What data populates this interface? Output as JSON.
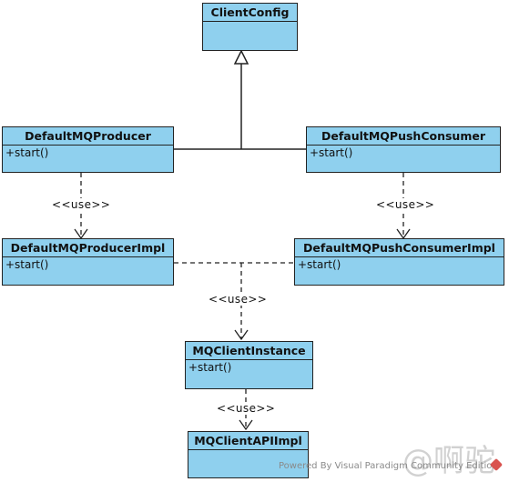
{
  "classes": {
    "client_config": {
      "name": "ClientConfig"
    },
    "producer": {
      "name": "DefaultMQProducer",
      "op": "+start()"
    },
    "push_consumer": {
      "name": "DefaultMQPushConsumer",
      "op": "+start()"
    },
    "producer_impl": {
      "name": "DefaultMQProducerImpl",
      "op": "+start()"
    },
    "push_consumer_impl": {
      "name": "DefaultMQPushConsumerImpl",
      "op": "+start()"
    },
    "client_instance": {
      "name": "MQClientInstance",
      "op": "+start()"
    },
    "client_api_impl": {
      "name": "MQClientAPIImpl"
    }
  },
  "relations": {
    "use_producer": "<<use>>",
    "use_consumer": "<<use>>",
    "use_instance": "<<use>>",
    "use_api": "<<use>>"
  },
  "footer": {
    "text": "Powered By Visual Paradigm Community Edition",
    "icon": "visual-paradigm-logo-icon"
  },
  "watermark": "@啊驼",
  "colors": {
    "class_fill": "#8fd0ee",
    "line": "#222222"
  }
}
